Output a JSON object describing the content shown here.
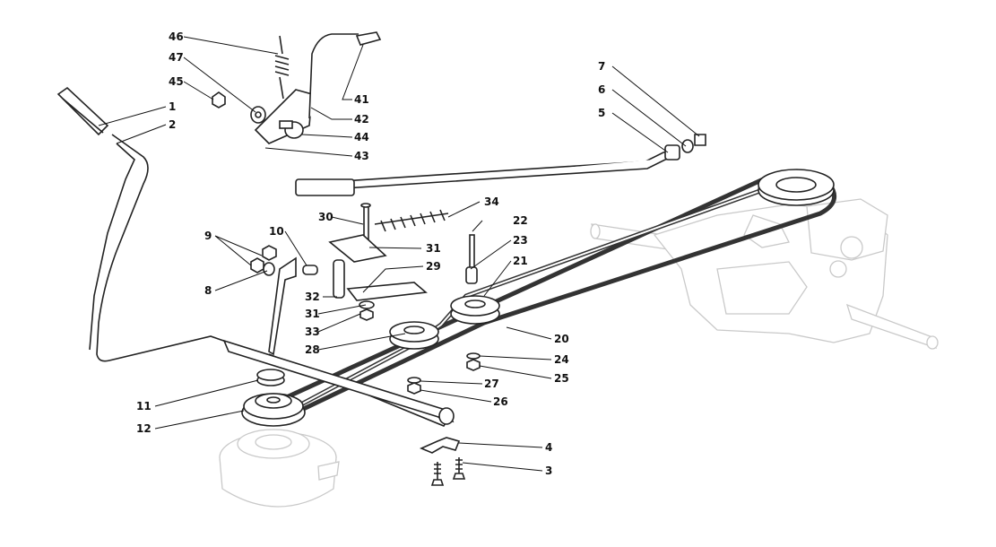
{
  "callouts": [
    {
      "id": "c1",
      "text": "1"
    },
    {
      "id": "c2",
      "text": "2"
    },
    {
      "id": "c3",
      "text": "3"
    },
    {
      "id": "c4",
      "text": "4"
    },
    {
      "id": "c5",
      "text": "5"
    },
    {
      "id": "c6",
      "text": "6"
    },
    {
      "id": "c7",
      "text": "7"
    },
    {
      "id": "c8",
      "text": "8"
    },
    {
      "id": "c9",
      "text": "9"
    },
    {
      "id": "c10",
      "text": "10"
    },
    {
      "id": "c11",
      "text": "11"
    },
    {
      "id": "c12",
      "text": "12"
    },
    {
      "id": "c20",
      "text": "20"
    },
    {
      "id": "c21",
      "text": "21"
    },
    {
      "id": "c22",
      "text": "22"
    },
    {
      "id": "c23",
      "text": "23"
    },
    {
      "id": "c24",
      "text": "24"
    },
    {
      "id": "c25",
      "text": "25"
    },
    {
      "id": "c26",
      "text": "26"
    },
    {
      "id": "c27",
      "text": "27"
    },
    {
      "id": "c28",
      "text": "28"
    },
    {
      "id": "c29",
      "text": "29"
    },
    {
      "id": "c30",
      "text": "30"
    },
    {
      "id": "c31a",
      "text": "31"
    },
    {
      "id": "c31b",
      "text": "31"
    },
    {
      "id": "c32",
      "text": "32"
    },
    {
      "id": "c33",
      "text": "33"
    },
    {
      "id": "c34",
      "text": "34"
    },
    {
      "id": "c41",
      "text": "41"
    },
    {
      "id": "c42",
      "text": "42"
    },
    {
      "id": "c43",
      "text": "43"
    },
    {
      "id": "c44",
      "text": "44"
    },
    {
      "id": "c45",
      "text": "45"
    },
    {
      "id": "c46",
      "text": "46"
    },
    {
      "id": "c47",
      "text": "47"
    }
  ],
  "colors": {
    "line": "#222222",
    "ghost": "#c9c9c9",
    "background": "#ffffff"
  }
}
